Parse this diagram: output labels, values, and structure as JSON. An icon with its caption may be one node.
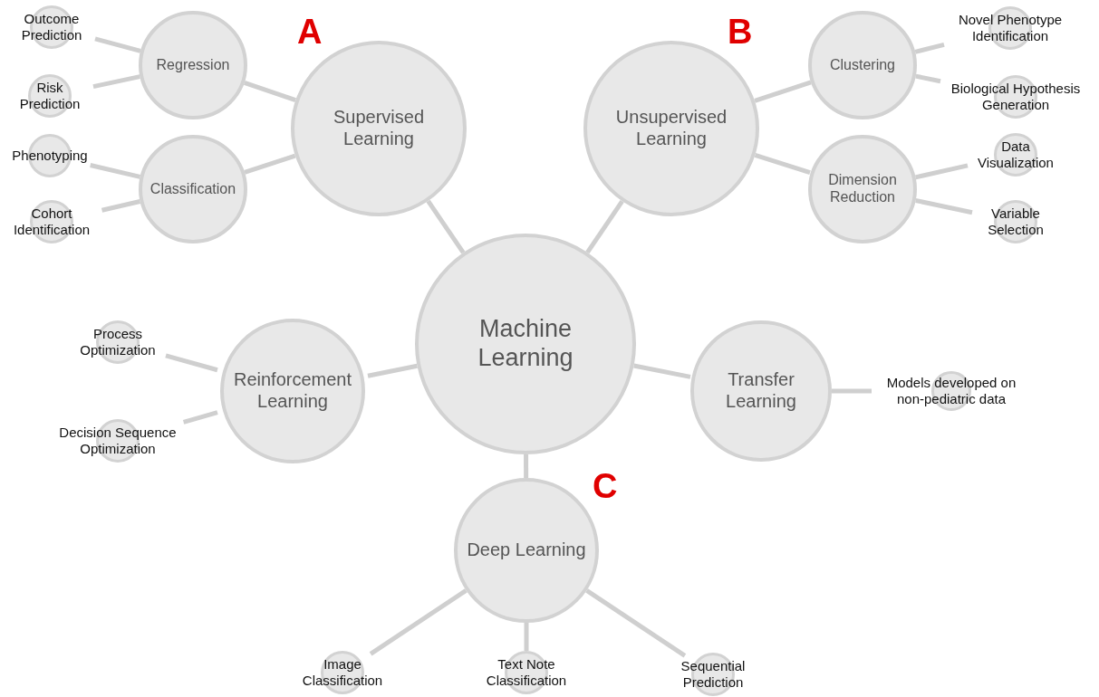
{
  "diagram": {
    "nodes": [
      {
        "text": [
          "Machine Learning"
        ]
      },
      {
        "text": [
          "Supervised Learning"
        ]
      },
      {
        "text": [
          "Regression"
        ]
      },
      {
        "text": [
          "Outcome Prediction"
        ]
      },
      {
        "text": [
          "Risk Prediction"
        ]
      },
      {
        "text": [
          "Classification"
        ]
      },
      {
        "text": [
          "Phenotyping"
        ]
      },
      {
        "text": [
          "Cohort Identification"
        ]
      },
      {
        "text": [
          "Unsupervised Learning"
        ]
      },
      {
        "text": [
          "Clustering"
        ]
      },
      {
        "text": [
          "Novel Phenotype Identification"
        ]
      },
      {
        "text": [
          "Biological Hypothesis Generation"
        ]
      },
      {
        "text": [
          "Dimension Reduction"
        ]
      },
      {
        "text": [
          "Data Visualization"
        ]
      },
      {
        "text": [
          "Variable Selection"
        ]
      },
      {
        "text": [
          "Reinforcement Learning"
        ]
      },
      {
        "text": [
          "Process Optimization"
        ]
      },
      {
        "text": [
          "Decision Sequence Optimization"
        ]
      },
      {
        "text": [
          "Transfer Learning"
        ]
      },
      {
        "text": [
          "Models developed on non-pediatric data"
        ]
      },
      {
        "text": [
          "Deep Learning"
        ]
      },
      {
        "text": [
          "Image Classification"
        ]
      },
      {
        "text": [
          "Text Note Classification"
        ]
      },
      {
        "text": [
          "Sequential Prediction"
        ]
      }
    ],
    "edges": [
      {
        "from": 0,
        "to": 1,
        "arrow": "none"
      },
      {
        "from": 1,
        "to": 2,
        "arrow": "none"
      },
      {
        "from": 2,
        "to": 3,
        "arrow": "none"
      },
      {
        "from": 2,
        "to": 4,
        "arrow": "none"
      },
      {
        "from": 1,
        "to": 5,
        "arrow": "none"
      },
      {
        "from": 5,
        "to": 6,
        "arrow": "none"
      },
      {
        "from": 5,
        "to": 7,
        "arrow": "none"
      },
      {
        "from": 0,
        "to": 8,
        "arrow": "none"
      },
      {
        "from": 8,
        "to": 9,
        "arrow": "none"
      },
      {
        "from": 9,
        "to": 10,
        "arrow": "none"
      },
      {
        "from": 9,
        "to": 11,
        "arrow": "none"
      },
      {
        "from": 8,
        "to": 12,
        "arrow": "none"
      },
      {
        "from": 12,
        "to": 13,
        "arrow": "none"
      },
      {
        "from": 12,
        "to": 14,
        "arrow": "none"
      },
      {
        "from": 0,
        "to": 15,
        "arrow": "none"
      },
      {
        "from": 15,
        "to": 16,
        "arrow": "none"
      },
      {
        "from": 15,
        "to": 17,
        "arrow": "none"
      },
      {
        "from": 0,
        "to": 18,
        "arrow": "none"
      },
      {
        "from": 18,
        "to": 19,
        "arrow": "none"
      },
      {
        "from": 0,
        "to": 20,
        "arrow": "none"
      },
      {
        "from": 20,
        "to": 21,
        "arrow": "none"
      },
      {
        "from": 20,
        "to": 22,
        "arrow": "none"
      },
      {
        "from": 20,
        "to": 23,
        "arrow": "none"
      }
    ],
    "labels": [
      "A",
      "B",
      "C"
    ]
  }
}
